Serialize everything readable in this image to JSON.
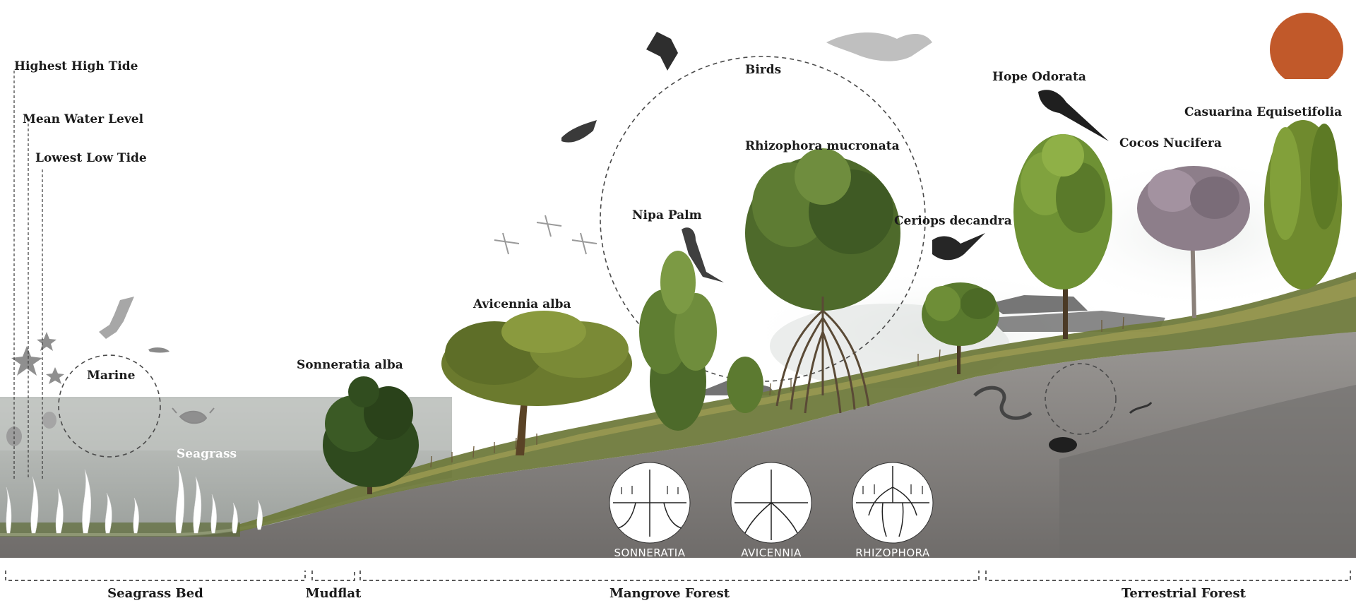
{
  "tide_levels": {
    "highest": "Highest High Tide",
    "mean": "Mean Water Level",
    "lowest": "Lowest Low Tide"
  },
  "habitat_labels": {
    "marine": "Marine",
    "seagrass": "Seagrass",
    "birds": "Birds"
  },
  "species": {
    "sonneratia_alba": "Sonneratia alba",
    "avicennia_alba": "Avicennia alba",
    "nipa_palm": "Nipa Palm",
    "rhizophora_mucronata": "Rhizophora mucronata",
    "ceriops_decandra": "Ceriops decandra",
    "hope_odorata": "Hope Odorata",
    "cocos_nucifera": "Cocos Nucifera",
    "casuarina_equisetifolia": "Casuarina Equisetifolia"
  },
  "root_types": [
    "SONNERATIA",
    "AVICENNIA",
    "RHIZOPHORA"
  ],
  "zones": [
    "Seagrass Bed",
    "Mudflat",
    "Mangrove Forest",
    "Terrestrial Forest"
  ],
  "colors": {
    "sun": "#c1592a",
    "water": "#a9aeab",
    "sediment": "#8a8785",
    "deep_sediment": "#7a7775",
    "mangrove_green": "#5e7a2e",
    "terrestrial_green": "#7d9a3a",
    "bank_grass": "#9a9a4a"
  }
}
